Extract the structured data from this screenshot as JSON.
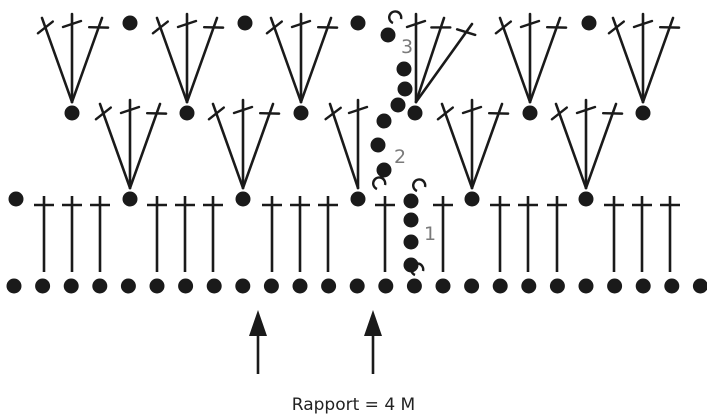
{
  "diagram": {
    "caption": "Rapport = 4 M",
    "row_labels": [
      "1",
      "2",
      "3"
    ],
    "colors": {
      "ink": "#1a1a1a",
      "label": "#7a7a7a",
      "background": "#ffffff"
    }
  }
}
